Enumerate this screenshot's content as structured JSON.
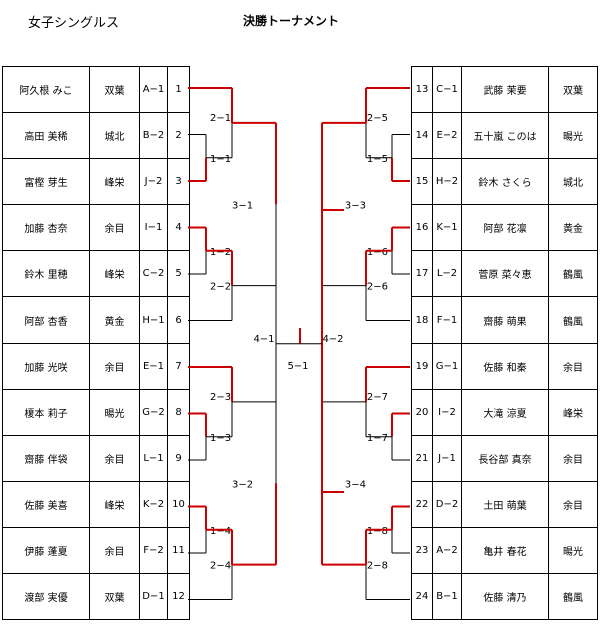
{
  "title": "女子シングルス",
  "subtitle": "決勝トーナメント",
  "left": [
    {
      "name": "阿久根 みこ",
      "team": "双葉",
      "seed": "A−1",
      "no": "1"
    },
    {
      "name": "高田 美稀",
      "team": "城北",
      "seed": "B−2",
      "no": "2"
    },
    {
      "name": "富樫 芽生",
      "team": "峰栄",
      "seed": "J−2",
      "no": "3"
    },
    {
      "name": "加藤 杏奈",
      "team": "余目",
      "seed": "I−1",
      "no": "4"
    },
    {
      "name": "鈴木 里穂",
      "team": "峰栄",
      "seed": "C−2",
      "no": "5"
    },
    {
      "name": "阿部 杏香",
      "team": "黄金",
      "seed": "H−1",
      "no": "6"
    },
    {
      "name": "加藤 光咲",
      "team": "余目",
      "seed": "E−1",
      "no": "7"
    },
    {
      "name": "榎本 莉子",
      "team": "暘光",
      "seed": "G−2",
      "no": "8"
    },
    {
      "name": "齋藤 伴袋",
      "team": "余目",
      "seed": "L−1",
      "no": "9"
    },
    {
      "name": "佐藤 美喜",
      "team": "峰栄",
      "seed": "K−2",
      "no": "10"
    },
    {
      "name": "伊藤 蓬夏",
      "team": "余目",
      "seed": "F−2",
      "no": "11"
    },
    {
      "name": "渡部 実優",
      "team": "双葉",
      "seed": "D−1",
      "no": "12"
    }
  ],
  "right": [
    {
      "no": "13",
      "seed": "C−1",
      "name": "武藤 茉要",
      "team": "双葉"
    },
    {
      "no": "14",
      "seed": "E−2",
      "name": "五十嵐 このは",
      "team": "暘光"
    },
    {
      "no": "15",
      "seed": "H−2",
      "name": "鈴木 さくら",
      "team": "城北"
    },
    {
      "no": "16",
      "seed": "K−1",
      "name": "阿部 花凛",
      "team": "黄金"
    },
    {
      "no": "17",
      "seed": "L−2",
      "name": "菅原 菜々恵",
      "team": "鶴風"
    },
    {
      "no": "18",
      "seed": "F−1",
      "name": "齋藤 萌果",
      "team": "鶴風"
    },
    {
      "no": "19",
      "seed": "G−1",
      "name": "佐藤 和秦",
      "team": "余目"
    },
    {
      "no": "20",
      "seed": "I−2",
      "name": "大滝 涼夏",
      "team": "峰栄"
    },
    {
      "no": "21",
      "seed": "J−1",
      "name": "長谷部 真奈",
      "team": "余目"
    },
    {
      "no": "22",
      "seed": "D−2",
      "name": "土田 萌葉",
      "team": "余目"
    },
    {
      "no": "23",
      "seed": "A−2",
      "name": "亀井 春花",
      "team": "暘光"
    },
    {
      "no": "24",
      "seed": "B−1",
      "name": "佐藤 清乃",
      "team": "鶴風"
    }
  ],
  "matches": {
    "m1_1": "1−1",
    "m1_2": "1−2",
    "m1_3": "1−3",
    "m1_4": "1−4",
    "m1_5": "1−5",
    "m1_6": "1−6",
    "m1_7": "1−7",
    "m1_8": "1−8",
    "m2_1": "2−1",
    "m2_2": "2−2",
    "m2_3": "2−3",
    "m2_4": "2−4",
    "m2_5": "2−5",
    "m2_6": "2−6",
    "m2_7": "2−7",
    "m2_8": "2−8",
    "m3_1": "3−1",
    "m3_2": "3−2",
    "m3_3": "3−3",
    "m3_4": "3−4",
    "m4_1": "4−1",
    "m4_2": "4−2",
    "m5_1": "5−1"
  },
  "colors": {
    "winner_line": "#cc0000",
    "line": "#000000"
  }
}
